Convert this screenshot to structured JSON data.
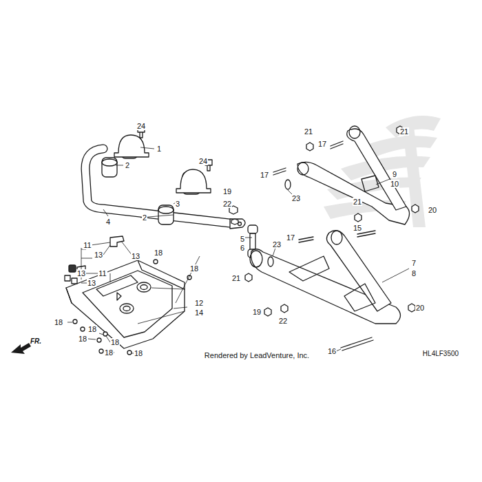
{
  "diagram": {
    "labels": [
      "24",
      "1",
      "2",
      "24",
      "3",
      "2",
      "4",
      "19",
      "22",
      "5",
      "6",
      "11",
      "13",
      "13",
      "18",
      "11",
      "13",
      "13",
      "18",
      "12",
      "14",
      "18",
      "18",
      "18",
      "18",
      "18",
      "18",
      "21",
      "21",
      "17",
      "17",
      "23",
      "9",
      "10",
      "21",
      "20",
      "15",
      "17",
      "23",
      "7",
      "8",
      "21",
      "19",
      "22",
      "20",
      "16",
      "FR.",
      "Rendered by LeadVenture, Inc.",
      "HL4LF3500"
    ]
  }
}
